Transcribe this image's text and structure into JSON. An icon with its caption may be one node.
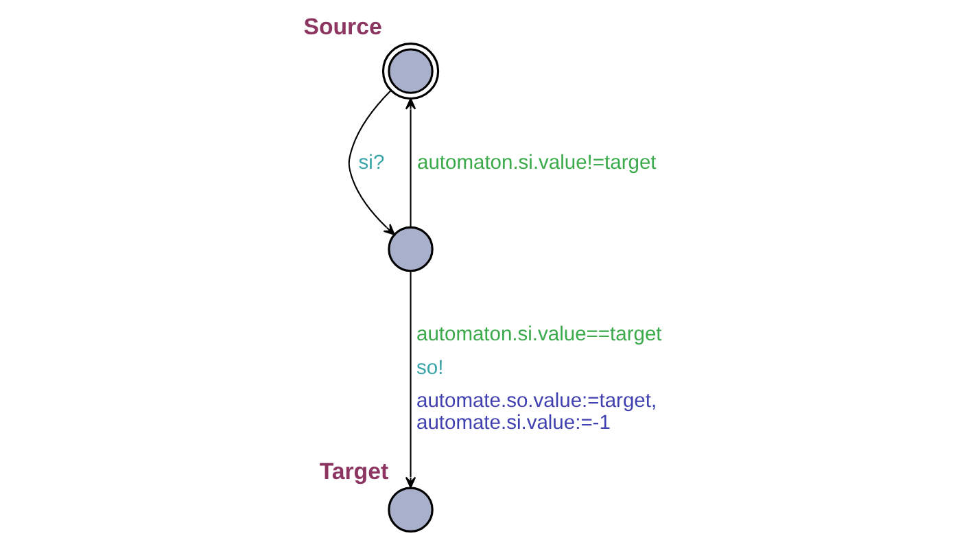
{
  "diagram": {
    "nodes": [
      {
        "text": [
          "Source"
        ]
      },
      {
        "text": [],
        "shape": "circle"
      },
      {
        "text": [
          "Target"
        ]
      }
    ],
    "edges": [
      {
        "from": 1,
        "to": 0,
        "arrow": "to",
        "label": "automaton.si.value!=target"
      },
      {
        "from": 0,
        "to": 1,
        "arrow": "to",
        "label": "si?"
      },
      {
        "from": 1,
        "to": 2,
        "arrow": "to",
        "label": [
          "automaton.si.value==target",
          "so!",
          "automate.so.value:=target, automate.si.value:=-1"
        ]
      }
    ]
  }
}
